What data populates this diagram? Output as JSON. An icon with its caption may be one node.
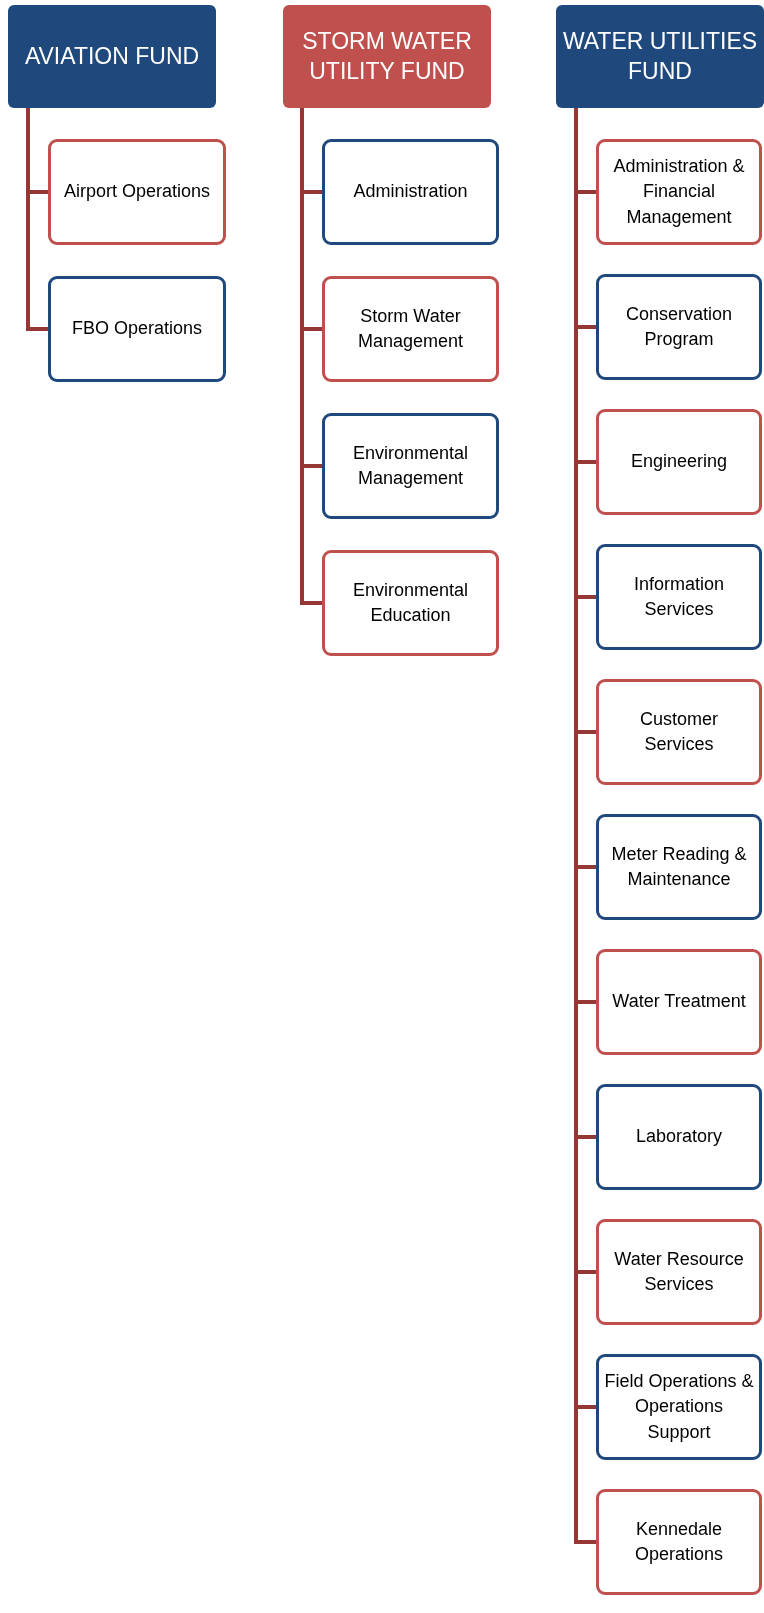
{
  "diagram": {
    "nodes": [
      {
        "text": [
          "AVIATION FUND"
        ]
      },
      {
        "text": [
          "Airport Operations"
        ]
      },
      {
        "text": [
          "FBO Operations"
        ]
      },
      {
        "text": [
          "STORM WATER UTILITY FUND"
        ]
      },
      {
        "text": [
          "Administration"
        ]
      },
      {
        "text": [
          "Storm Water Management"
        ]
      },
      {
        "text": [
          "Environmental Management"
        ]
      },
      {
        "text": [
          "Environmental Education"
        ]
      },
      {
        "text": [
          "WATER UTILITIES FUND"
        ]
      },
      {
        "text": [
          "Administration & Financial Management"
        ]
      },
      {
        "text": [
          "Conservation Program"
        ]
      },
      {
        "text": [
          "Engineering"
        ]
      },
      {
        "text": [
          "Information Services"
        ]
      },
      {
        "text": [
          "Customer Services"
        ]
      },
      {
        "text": [
          "Meter Reading & Maintenance"
        ]
      },
      {
        "text": [
          "Water Treatment"
        ]
      },
      {
        "text": [
          "Laboratory"
        ]
      },
      {
        "text": [
          "Water Resource Services"
        ]
      },
      {
        "text": [
          "Field Operations & Operations Support"
        ]
      },
      {
        "text": [
          "Kennedale Operations"
        ]
      }
    ],
    "edges": [
      {
        "from": 0,
        "to": 1,
        "arrow": "none"
      },
      {
        "from": 0,
        "to": 2,
        "arrow": "none"
      },
      {
        "from": 3,
        "to": 4,
        "arrow": "none"
      },
      {
        "from": 3,
        "to": 5,
        "arrow": "none"
      },
      {
        "from": 3,
        "to": 6,
        "arrow": "none"
      },
      {
        "from": 3,
        "to": 7,
        "arrow": "none"
      },
      {
        "from": 8,
        "to": 9,
        "arrow": "none"
      },
      {
        "from": 8,
        "to": 10,
        "arrow": "none"
      },
      {
        "from": 8,
        "to": 11,
        "arrow": "none"
      },
      {
        "from": 8,
        "to": 12,
        "arrow": "none"
      },
      {
        "from": 8,
        "to": 13,
        "arrow": "none"
      },
      {
        "from": 8,
        "to": 14,
        "arrow": "none"
      },
      {
        "from": 8,
        "to": 15,
        "arrow": "none"
      },
      {
        "from": 8,
        "to": 16,
        "arrow": "none"
      },
      {
        "from": 8,
        "to": 17,
        "arrow": "none"
      },
      {
        "from": 8,
        "to": 18,
        "arrow": "none"
      },
      {
        "from": 8,
        "to": 19,
        "arrow": "none"
      }
    ]
  }
}
